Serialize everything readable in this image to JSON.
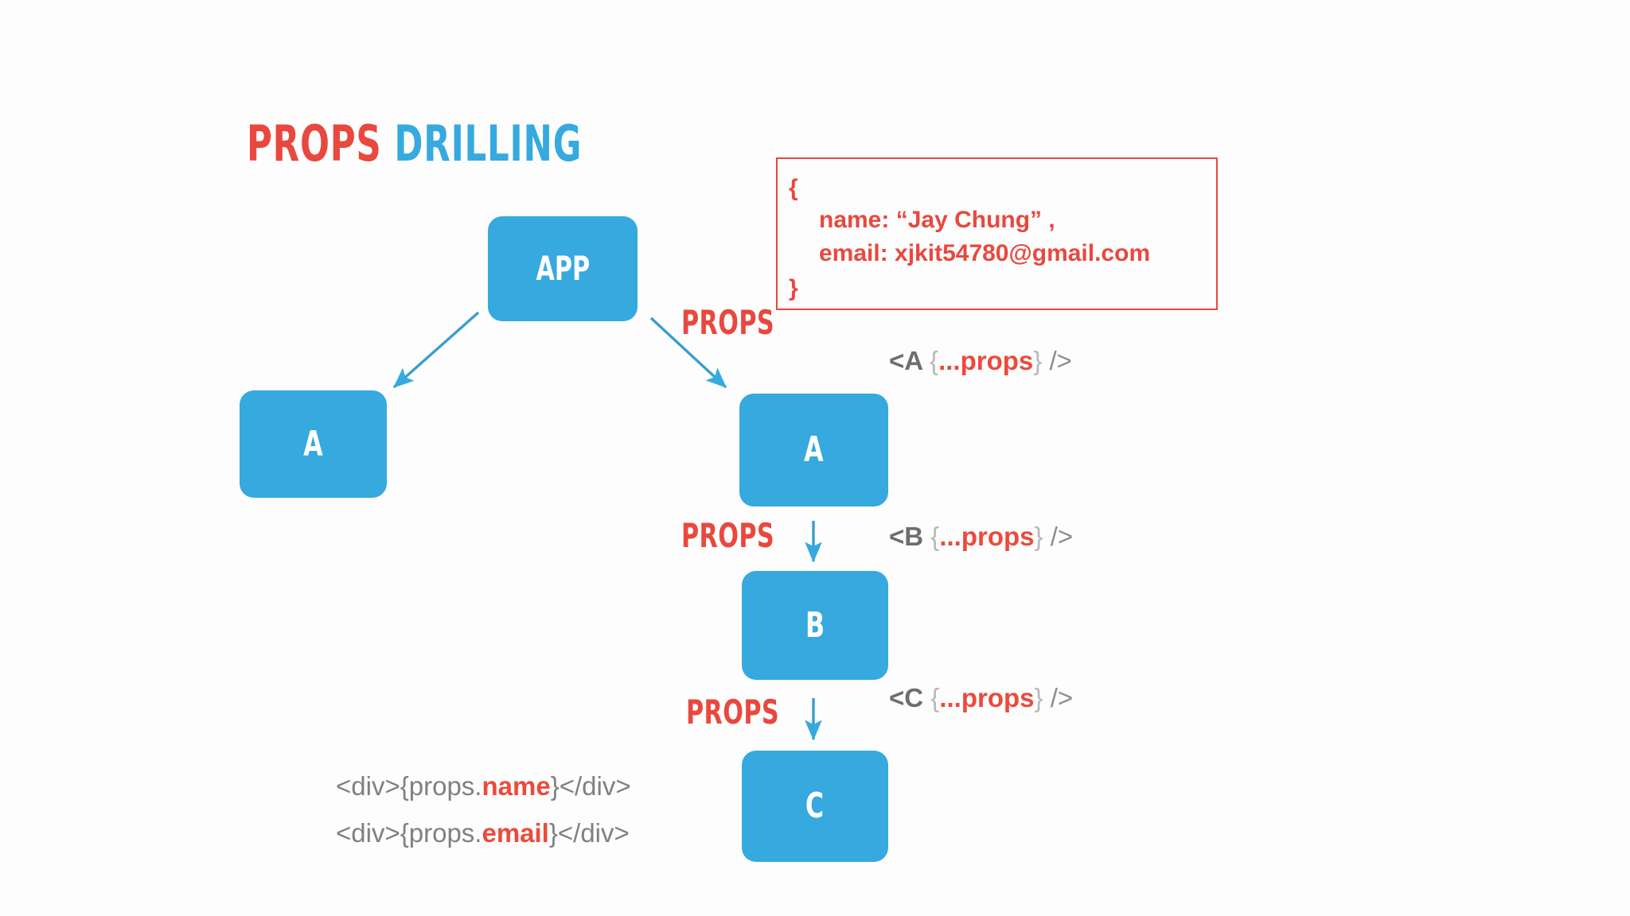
{
  "title": {
    "word_primary": "PROPS",
    "word_secondary": "DRILLING",
    "color_primary": "#e9483e",
    "color_secondary": "#36a9df"
  },
  "theme": {
    "node_blue": "#36a9df",
    "accent_red": "#e9483e",
    "code_gray": "#6e6e6e",
    "background": "#fdfdfd"
  },
  "nodes": [
    {
      "id": "app",
      "label": "APP"
    },
    {
      "id": "a_left",
      "label": "A"
    },
    {
      "id": "a_right",
      "label": "A"
    },
    {
      "id": "b",
      "label": "B"
    },
    {
      "id": "c",
      "label": "C"
    }
  ],
  "props_labels": {
    "from_app": "PROPS",
    "from_a_to_b": "PROPS",
    "from_b_to_c": "PROPS"
  },
  "props_object": {
    "open_brace": "{",
    "close_brace": "}",
    "name_line": "name: “Jay Chung” ,",
    "email_line": "email: xjkit54780@gmail.com"
  },
  "jsx_labels": [
    {
      "id": "jsx_a",
      "tag": "<A ",
      "open_brace": "{",
      "spread": "...props",
      "close_brace": "}",
      "close": " />"
    },
    {
      "id": "jsx_b",
      "tag": "<B ",
      "open_brace": "{",
      "spread": "...props",
      "close_brace": "}",
      "close": " />"
    },
    {
      "id": "jsx_c",
      "tag": "<C ",
      "open_brace": "{",
      "spread": "...props",
      "close_brace": "}",
      "close": " />"
    }
  ],
  "render_output": [
    {
      "id": "div_name",
      "prefix": "<div>{props.",
      "key": "name",
      "suffix": "}</div>"
    },
    {
      "id": "div_email",
      "prefix": "<div>{props.",
      "key": "email",
      "suffix": "}</div>"
    }
  ]
}
